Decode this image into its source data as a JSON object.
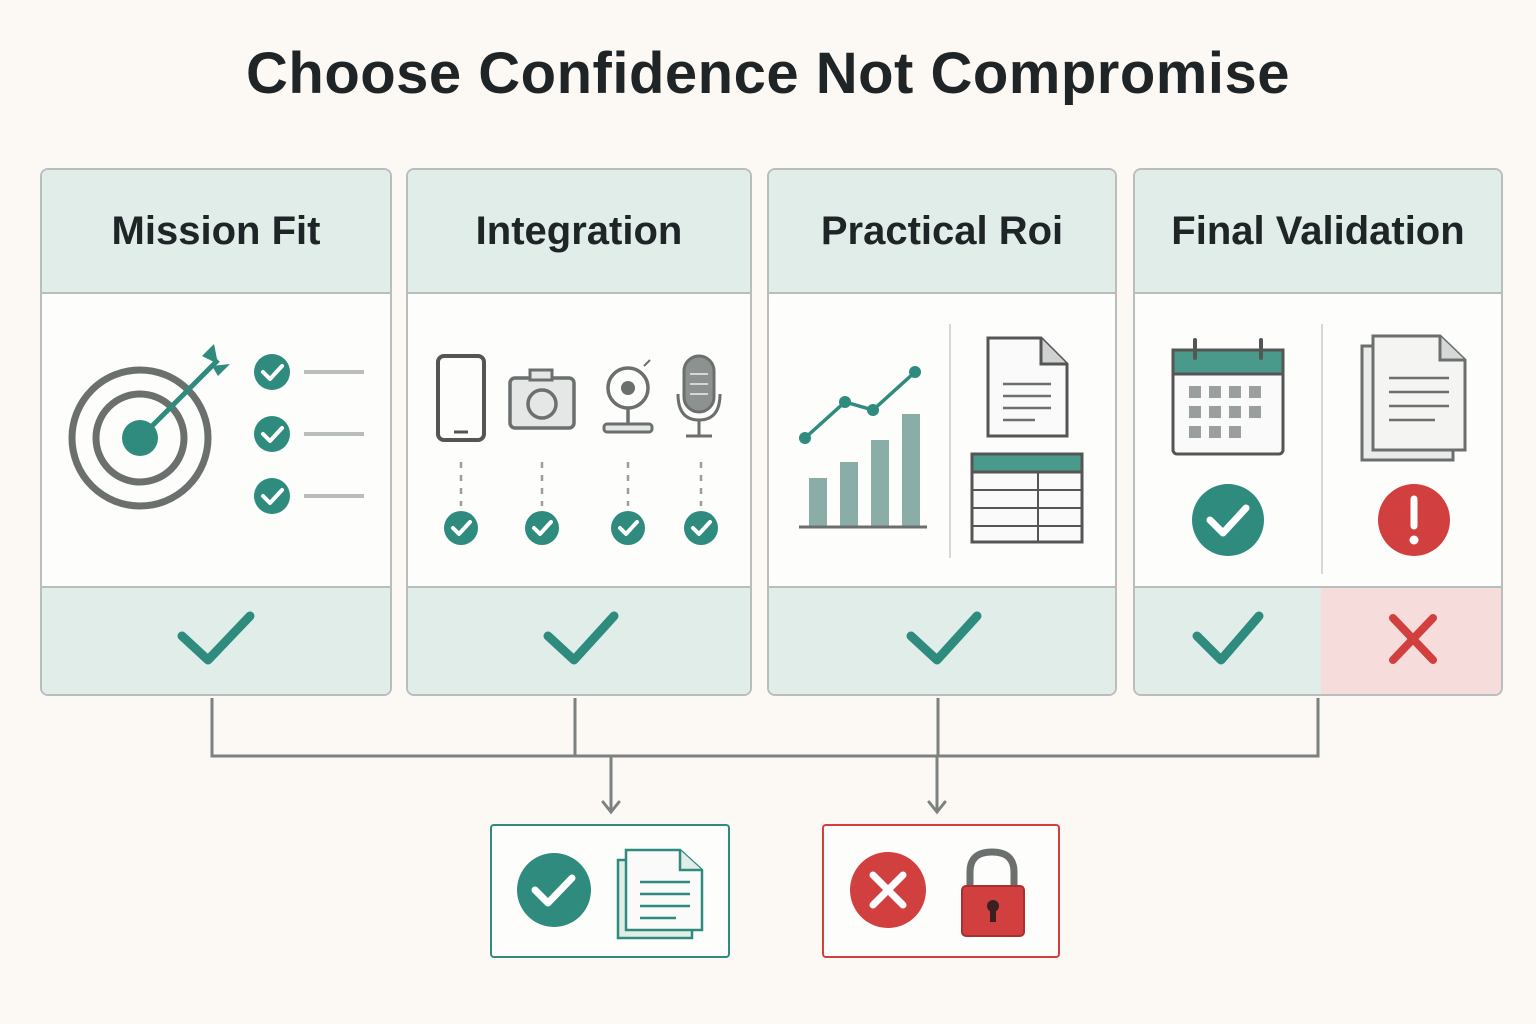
{
  "title": "Choose Confidence Not Compromise",
  "colors": {
    "teal": "#2e8b7d",
    "panel": "#e1ede9",
    "red": "#d13f3f",
    "red_panel": "#f6dcda",
    "gray": "#6b6f6e"
  },
  "cards": [
    {
      "label": "Mission Fit",
      "icons": [
        "target-icon",
        "checklist-icon"
      ],
      "result": "pass"
    },
    {
      "label": "Integration",
      "icons": [
        "phone-icon",
        "camera-icon",
        "webcam-icon",
        "microphone-icon"
      ],
      "result": "pass"
    },
    {
      "label": "Practical Roi",
      "icons": [
        "line-bar-chart-icon",
        "document-icon",
        "table-icon"
      ],
      "result": "pass"
    },
    {
      "label": "Final Validation",
      "icons": [
        "calendar-icon",
        "check-circle-icon",
        "documents-icon",
        "alert-icon"
      ],
      "result": [
        "pass",
        "fail"
      ]
    }
  ],
  "outcomes": [
    {
      "name": "approved",
      "icons": [
        "check-circle-icon",
        "documents-icon"
      ],
      "color": "#2e8b7d"
    },
    {
      "name": "rejected",
      "icons": [
        "x-circle-icon",
        "padlock-icon"
      ],
      "color": "#d13f3f"
    }
  ]
}
